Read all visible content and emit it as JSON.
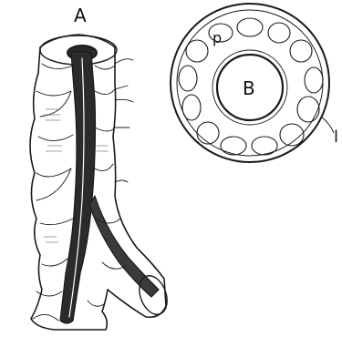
{
  "figure": {
    "label_a": "A",
    "label_b": "B",
    "label_p": "p",
    "label_l": "l"
  },
  "colors": {
    "ink": "#1a1a1a",
    "paper": "#ffffff"
  }
}
